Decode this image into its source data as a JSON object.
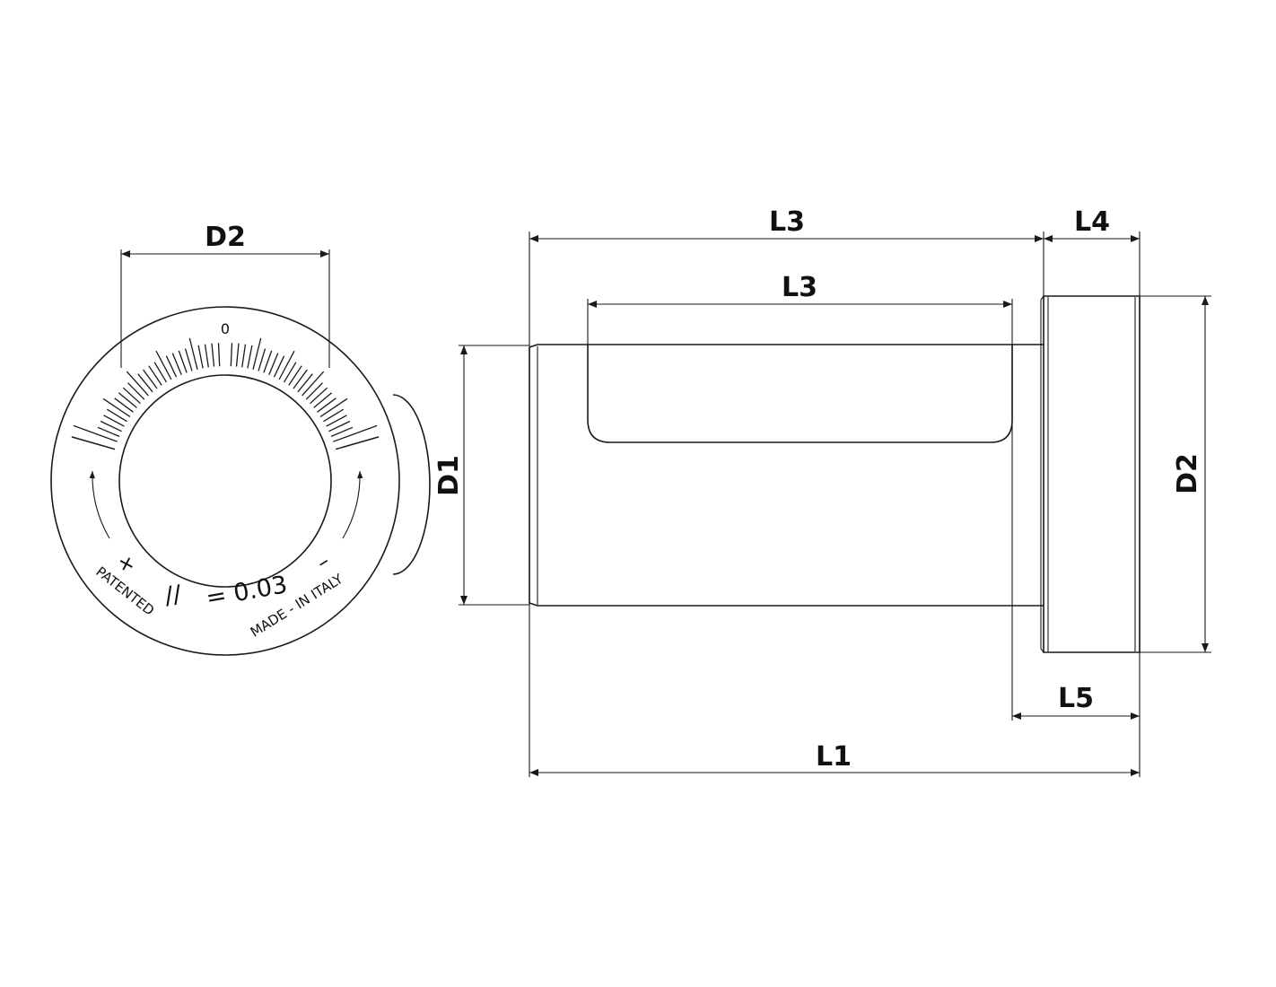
{
  "front_view": {
    "dimension_label": "D2",
    "scale_zero": "0",
    "plus_sign": "+",
    "minus_sign": "–",
    "parallel_symbol": "//",
    "tolerance_text": "= 0.03",
    "patented_text": "PATENTED",
    "made_in_text": "MADE - IN ITALY"
  },
  "side_view": {
    "l3_outer_label": "L3",
    "l3_inner_label": "L3",
    "l4_label": "L4",
    "d1_label": "D1",
    "d2_label": "D2",
    "l5_label": "L5",
    "l1_label": "L1"
  },
  "colors": {
    "line": "#1a1a1a",
    "background": "#ffffff"
  }
}
